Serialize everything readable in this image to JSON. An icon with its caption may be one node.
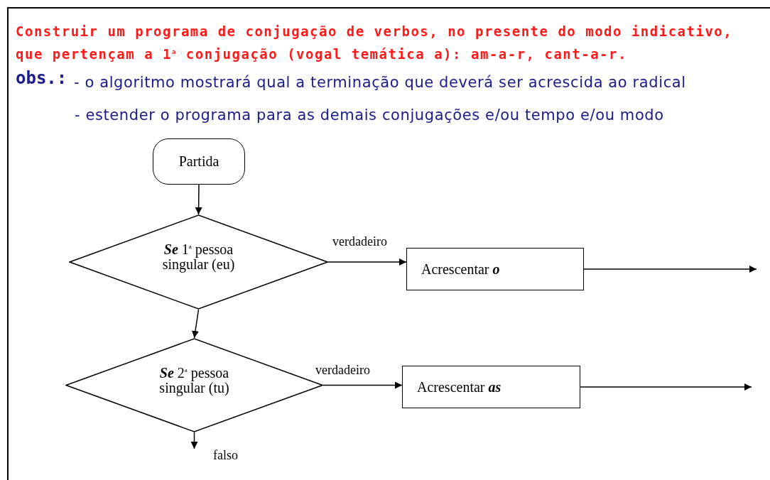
{
  "diagram": {
    "nodes": [
      {
        "text": [
          "Partida"
        ]
      },
      {
        "text": [
          "**Se** 1$^{a}$ pessoa singular (eu)"
        ]
      },
      {
        "text": [
          "Acrescentar **o**"
        ]
      },
      {
        "text": [
          "**Se** 2$^{a}$ pessoa singular (tu)"
        ]
      },
      {
        "text": [
          "Acrescentar **as**"
        ]
      }
    ],
    "edges": [
      {
        "from": 0,
        "to": 1,
        "arrow": "to"
      },
      {
        "from": 1,
        "to": 2,
        "arrow": "to",
        "label": "verdadeiro"
      },
      {
        "from": 2,
        "to": null,
        "arrow": "to"
      },
      {
        "from": 1,
        "to": 3,
        "arrow": "to"
      },
      {
        "from": 3,
        "to": 4,
        "arrow": "to",
        "label": "verdadeiro"
      },
      {
        "from": 4,
        "to": null,
        "arrow": "to"
      },
      {
        "from": 3,
        "to": null,
        "arrow": "to",
        "label": "falso"
      }
    ],
    "labels": [
      "Construir um programa de conjugação de verbos, no presente do modo indicativo, que pertençam a 1$^{a}$ conjugação (vogal temática a): am-a-r, cant-a-r.",
      "obs.:",
      "- o algoritmo mostrará qual a terminação que deverá ser acrescida ao radical",
      "- estender o programa para as demais conjugações e/ou tempo e/ou modo"
    ]
  }
}
